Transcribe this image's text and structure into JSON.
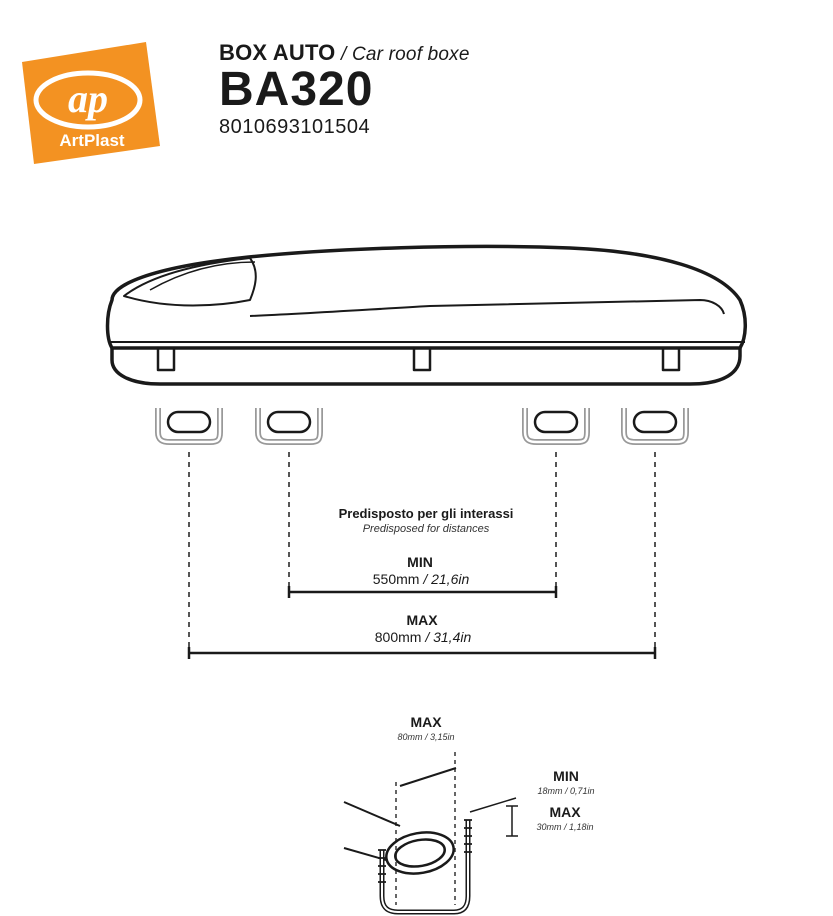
{
  "logo": {
    "monogram": "ap",
    "brand": "ArtPlast",
    "color": "#f39222"
  },
  "header": {
    "product_it": "BOX AUTO",
    "separator": " / ",
    "product_en": "Car roof boxe",
    "model": "BA320",
    "ean": "8010693101504"
  },
  "distances": {
    "caption_it": "Predisposto per gli interassi",
    "caption_en": "Predisposed for distances",
    "min": {
      "label": "MIN",
      "mm": "550mm",
      "sep": " / ",
      "inch": "21,6in"
    },
    "max": {
      "label": "MAX",
      "mm": "800mm",
      "sep": " / ",
      "inch": "31,4in"
    }
  },
  "clamp": {
    "width_max": {
      "label": "MAX",
      "value": "80mm / 3,15in"
    },
    "height_min": {
      "label": "MIN",
      "value": "18mm / 0,71in"
    },
    "height_max": {
      "label": "MAX",
      "value": "30mm / 1,18in"
    }
  }
}
